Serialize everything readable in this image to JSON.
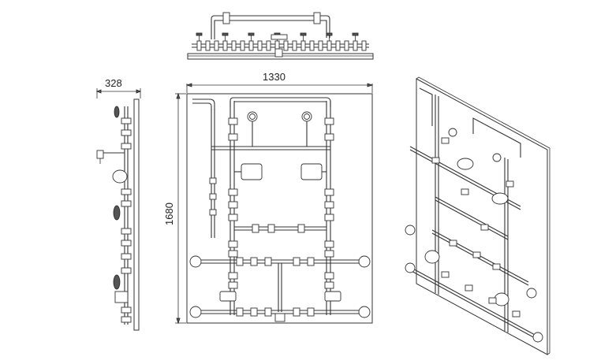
{
  "dimensions": {
    "side_width": "328",
    "front_width": "1330",
    "front_height": "1680"
  },
  "colors": {
    "line": "#333333",
    "background": "#ffffff"
  }
}
